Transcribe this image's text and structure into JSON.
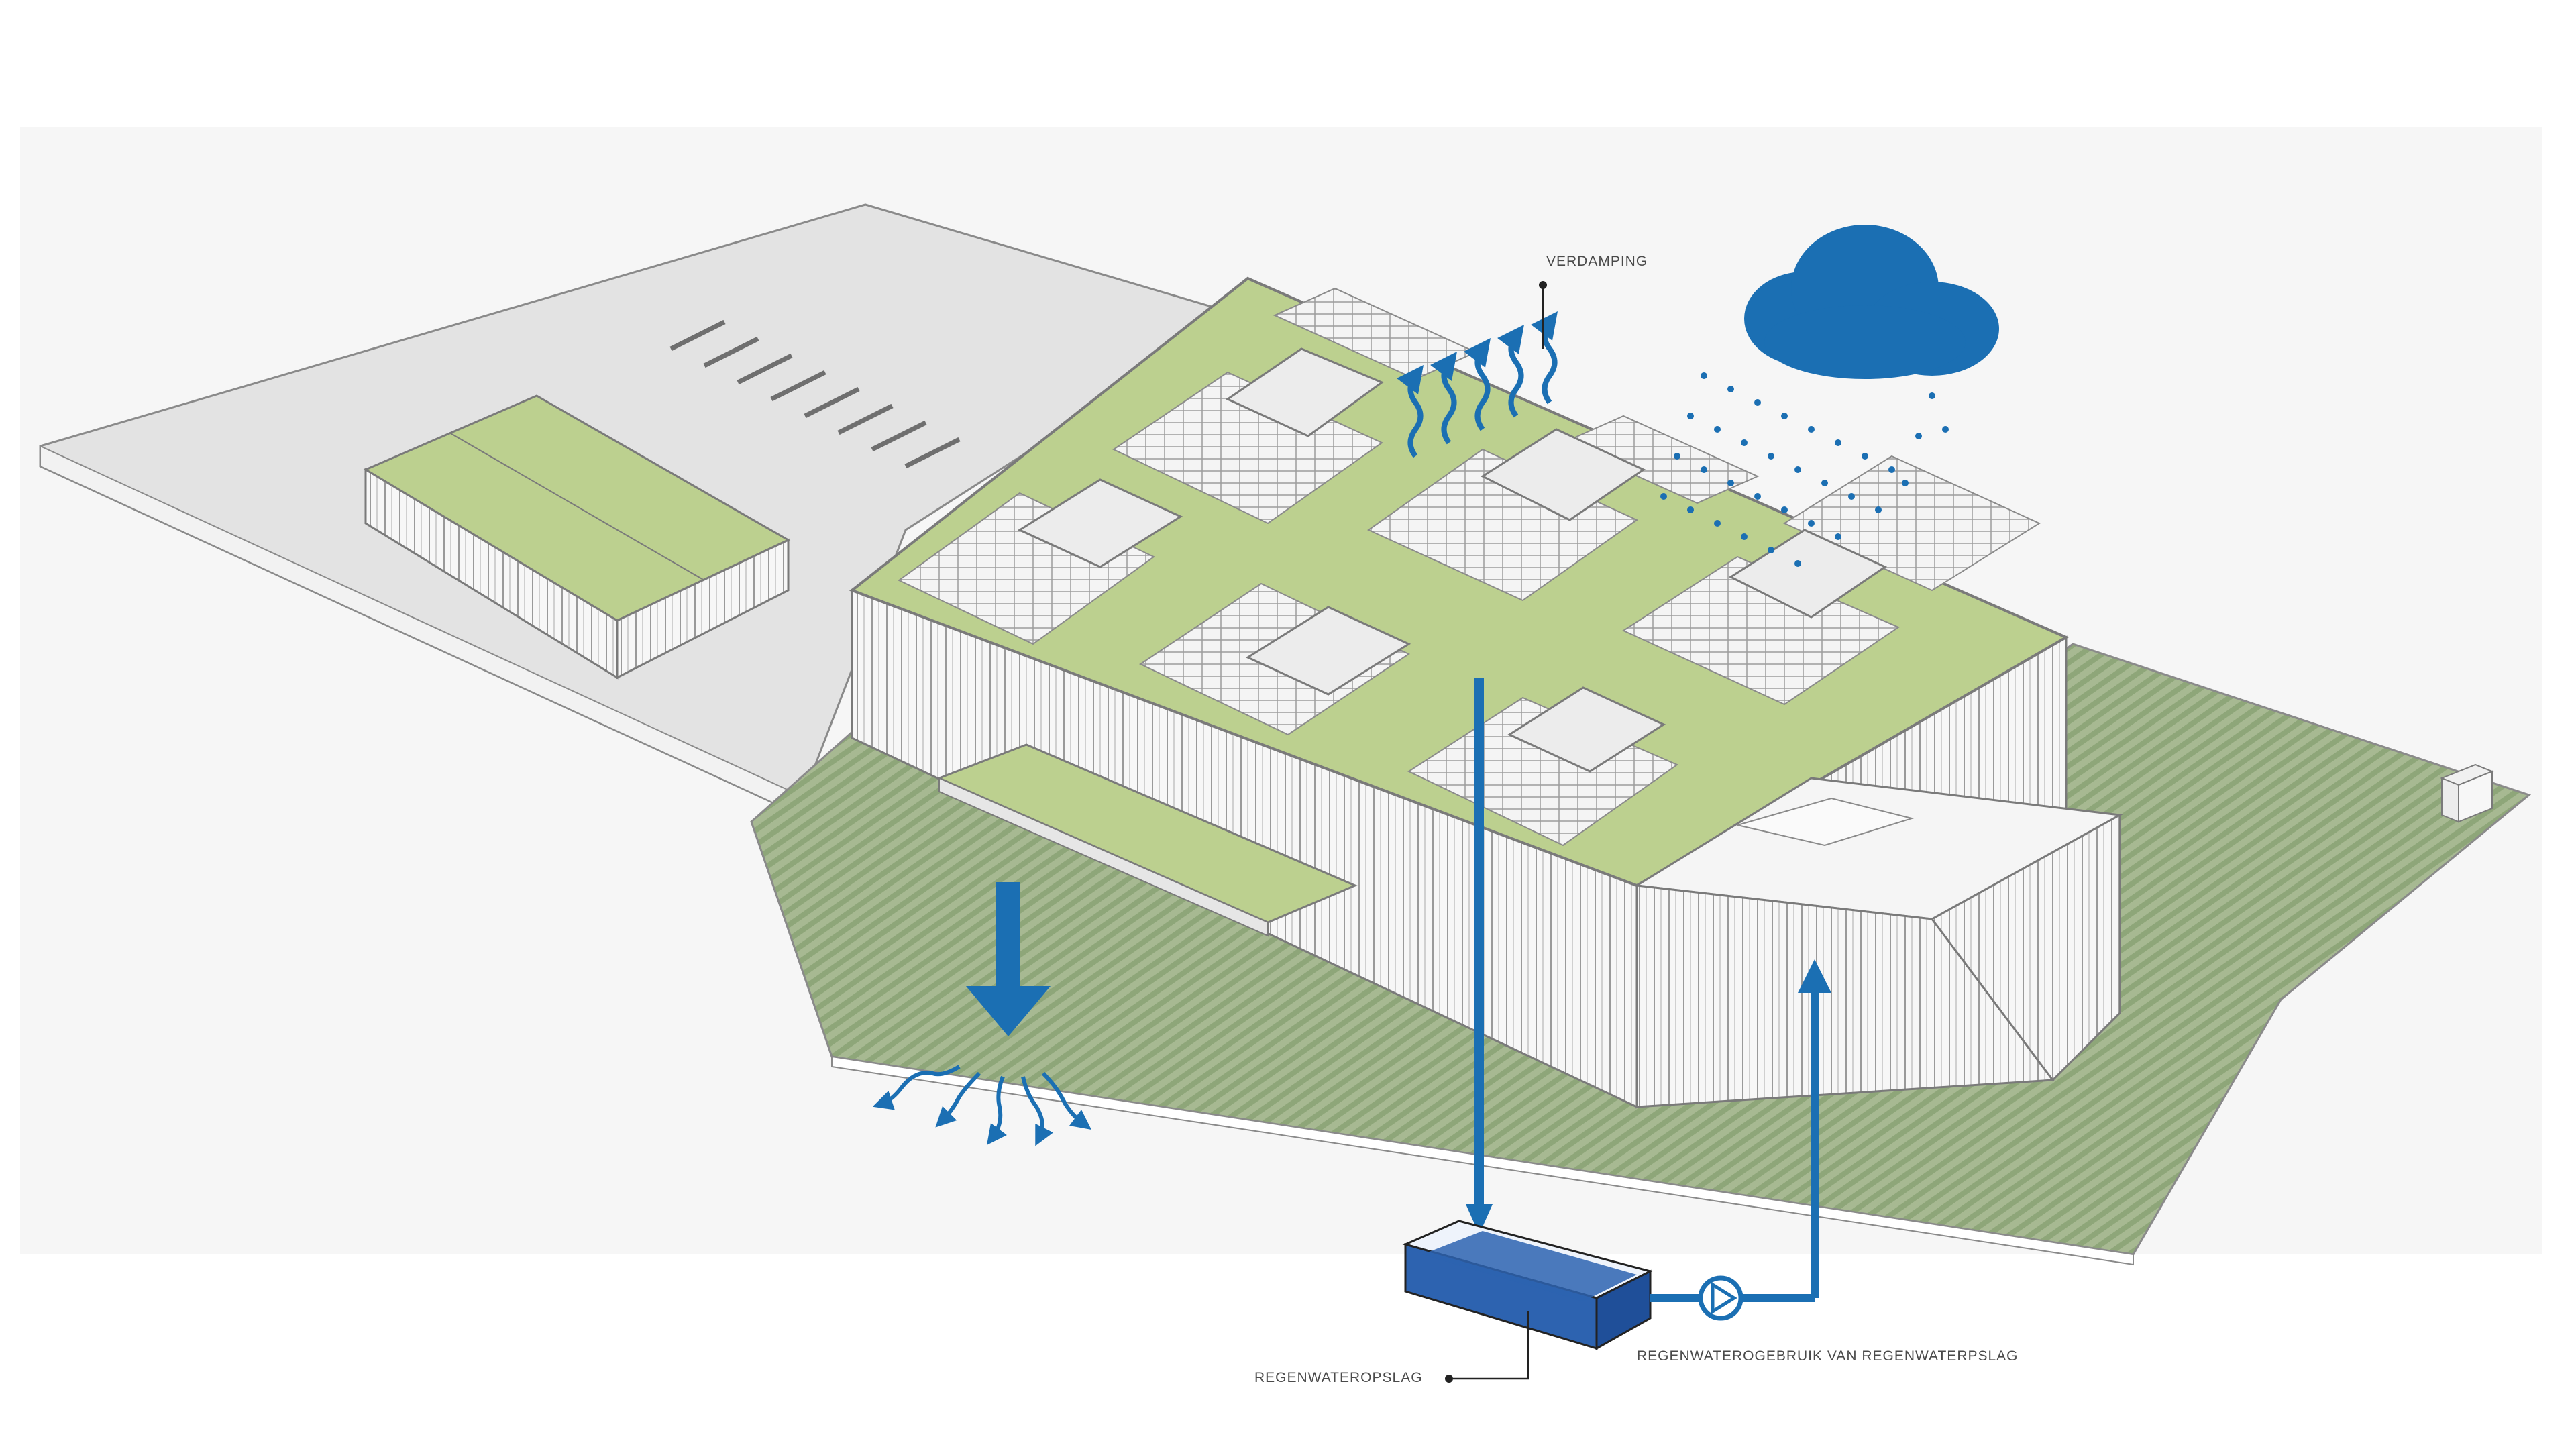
{
  "labels": {
    "evaporation": "VERDAMPING",
    "storage": "REGENWATEROPSLAG",
    "reuse": "REGENWATEROGEBRUIK VAN REGENWATERPSLAG"
  },
  "colors": {
    "water_blue": "#1b6fb3",
    "tank_blue": "#2d63b0",
    "green_roof": "#bcd08f",
    "ground_green": "#9fb389",
    "pavement": "#e3e3e3",
    "outline": "#8a8a8a"
  },
  "icons": [
    "rain-cloud-icon",
    "pump-icon",
    "downward-arrow-icon",
    "evaporation-waves-icon",
    "infiltration-waves-icon"
  ]
}
